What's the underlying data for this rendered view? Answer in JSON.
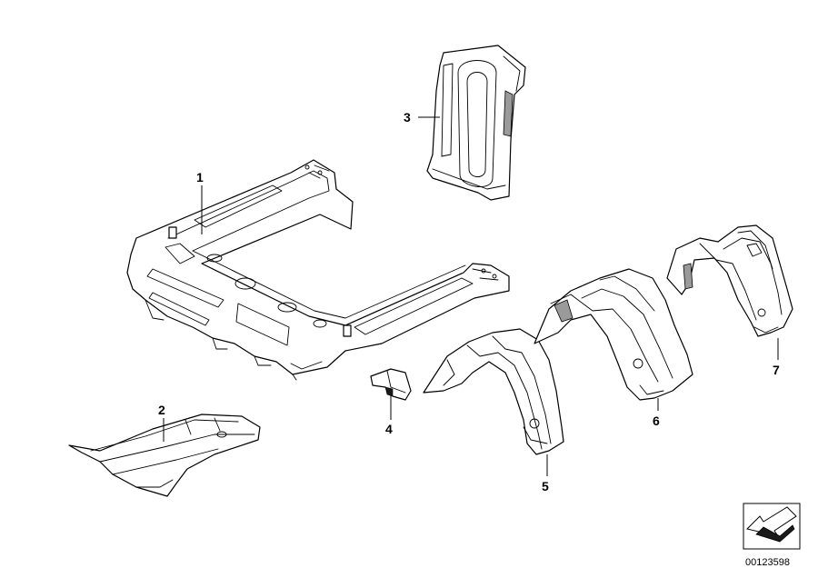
{
  "diagram": {
    "callouts": [
      "1",
      "2",
      "3",
      "4",
      "5",
      "6",
      "7"
    ],
    "drawing_number": "00123598",
    "icons": [
      "arrow-icon"
    ]
  }
}
